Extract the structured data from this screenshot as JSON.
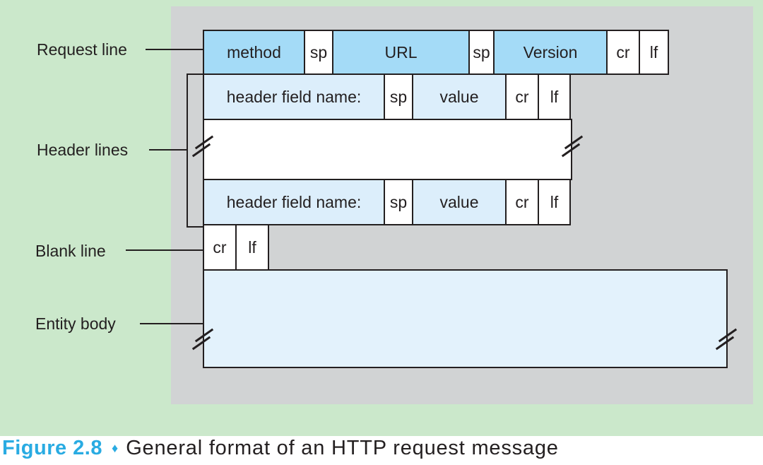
{
  "figure": {
    "row_labels": {
      "request_line": "Request line",
      "header_lines": "Header lines",
      "blank_line": "Blank line",
      "entity_body": "Entity body"
    },
    "request_row": {
      "method": "method",
      "sp1": "sp",
      "url": "URL",
      "sp2": "sp",
      "version": "Version",
      "cr": "cr",
      "lf": "lf"
    },
    "header_row": {
      "name": "header field name:",
      "sp": "sp",
      "value": "value",
      "cr": "cr",
      "lf": "lf"
    },
    "blank_row": {
      "cr": "cr",
      "lf": "lf"
    }
  },
  "caption": {
    "figure_label": "Figure 2.8",
    "separator": "♦",
    "title": "General format of an HTTP request message"
  },
  "colors": {
    "background_green": "#cbe8cb",
    "panel_gray": "#d1d3d4",
    "request_row_blue": "#a4dbf7",
    "header_blue": "#dceefb",
    "entity_blue": "#e3f2fc",
    "line_black": "#231f20",
    "caption_cyan": "#29abe2"
  }
}
